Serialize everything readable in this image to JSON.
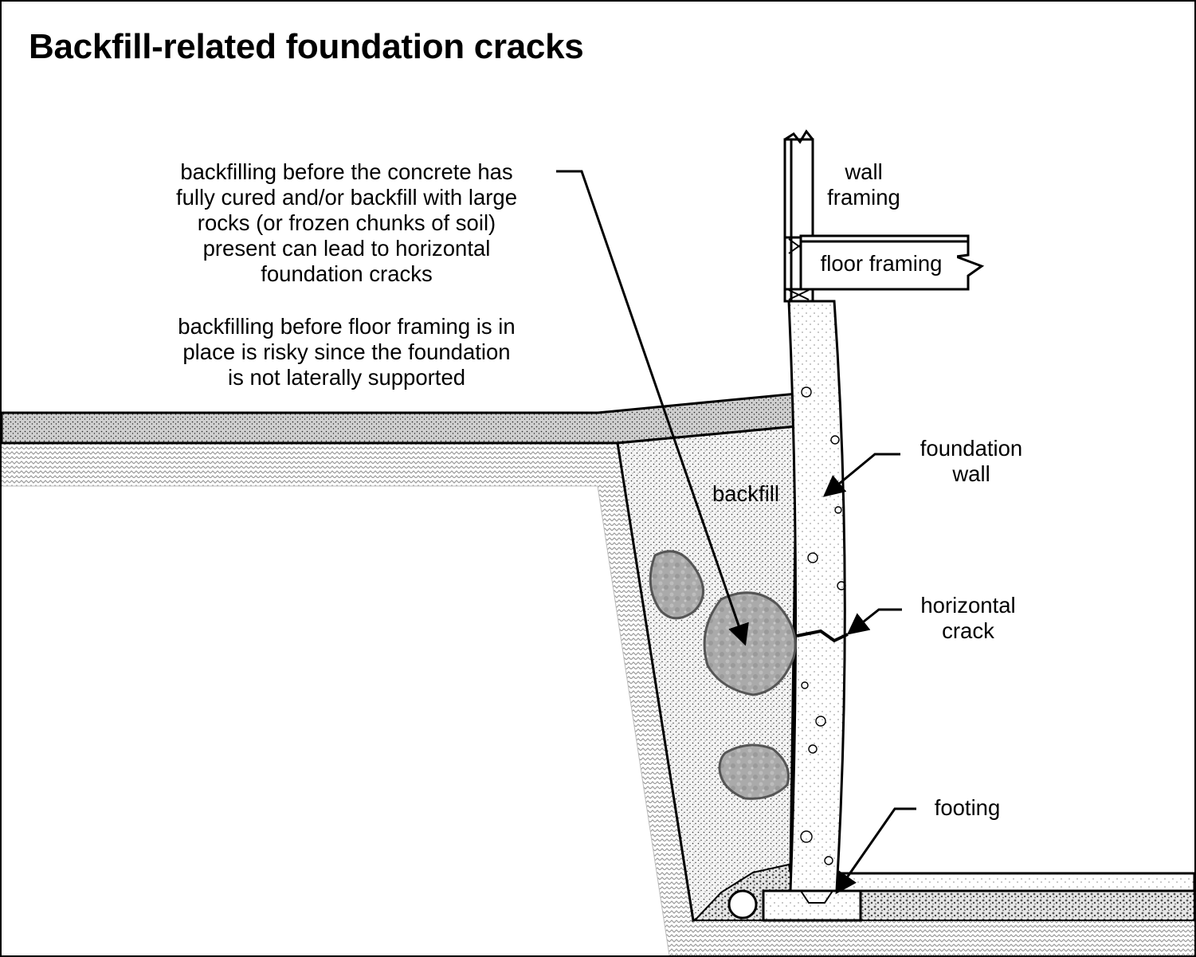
{
  "title": "Backfill-related foundation cracks",
  "notes": {
    "risk_lines": [
      "backfilling before the concrete has",
      "fully cured and/or backfill with large",
      "rocks (or frozen chunks of soil)",
      "present can lead to horizontal",
      "foundation cracks"
    ],
    "framing_lines": [
      "backfilling before floor framing is in",
      "place is risky since the foundation",
      "is not laterally supported"
    ]
  },
  "labels": {
    "wall_framing": [
      "wall",
      "framing"
    ],
    "floor_framing": "floor framing",
    "backfill": "backfill",
    "foundation_wall": [
      "foundation",
      "wall"
    ],
    "horizontal_crack": [
      "horizontal",
      "crack"
    ],
    "footing": "footing"
  },
  "colors": {
    "line": "#000000",
    "soil_gray": "#cfcfcf",
    "rock_gray": "#a8a8a8",
    "backfill_fill": "#f2f2f2",
    "hatch": "#9a9a9a"
  }
}
